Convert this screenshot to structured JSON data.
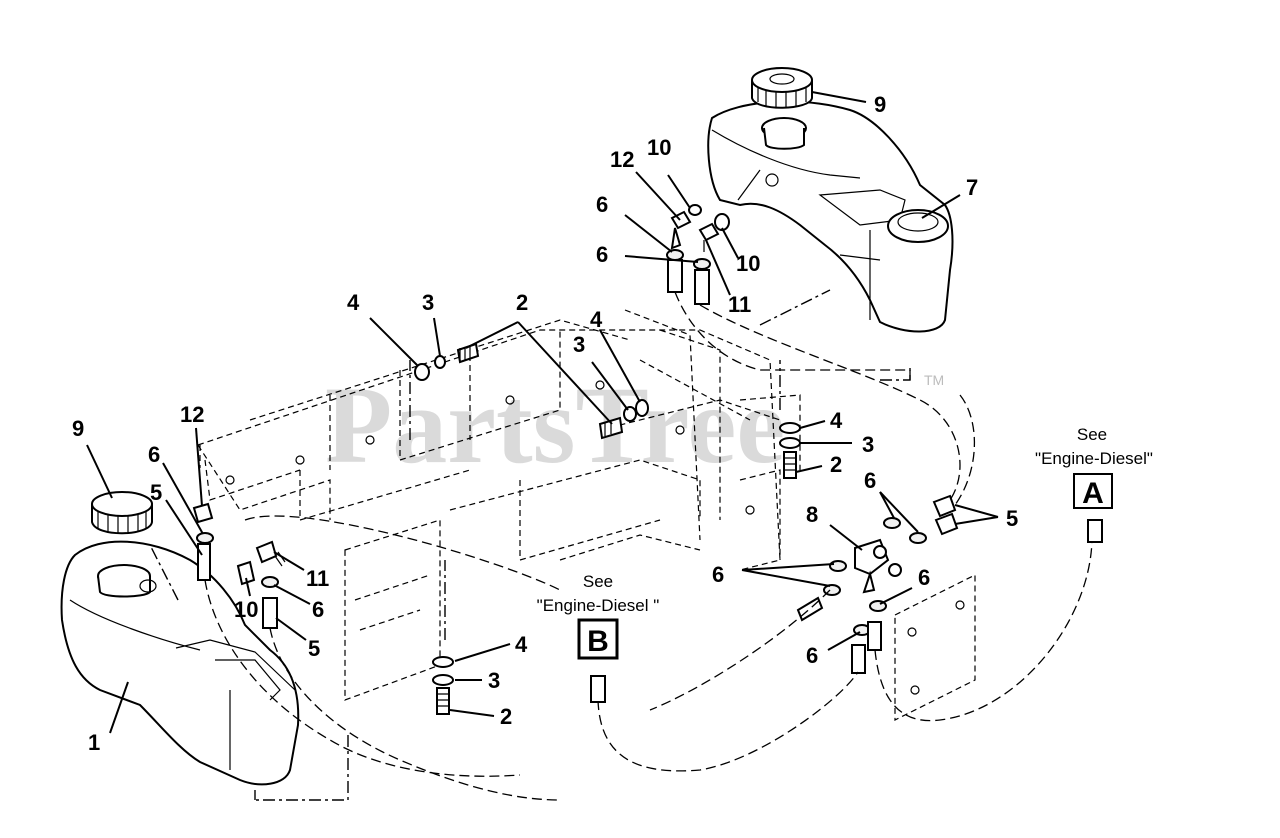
{
  "watermark": {
    "text": "PartsTree",
    "trademark": "TM"
  },
  "references": [
    {
      "id": "A",
      "see_label": "See",
      "target_label": "\"Engine-Diesel\"",
      "box_letter": "A"
    },
    {
      "id": "B",
      "see_label": "See",
      "target_label": "\"Engine-Diesel \"",
      "box_letter": "B"
    }
  ],
  "callouts": {
    "c9_top": "9",
    "c7": "7",
    "c10_a": "10",
    "c12_a": "12",
    "c6_a": "6",
    "c6_b": "6",
    "c10_b": "10",
    "c11_a": "11",
    "c2_a": "2",
    "c4_a": "4",
    "c3_a": "3",
    "c4_b": "4",
    "c3_b": "3",
    "c4_c": "4",
    "c3_c": "3",
    "c2_b": "2",
    "c5_a": "5",
    "c6_c": "6",
    "c8": "8",
    "c6_d": "6",
    "c6_e": "6",
    "c6_f": "6",
    "c9_left": "9",
    "c12_b": "12",
    "c6_g": "6",
    "c5_b": "5",
    "c11_b": "11",
    "c10_c": "10",
    "c6_h": "6",
    "c5_c": "5",
    "c4_d": "4",
    "c3_d": "3",
    "c2_c": "2",
    "c1": "1"
  }
}
